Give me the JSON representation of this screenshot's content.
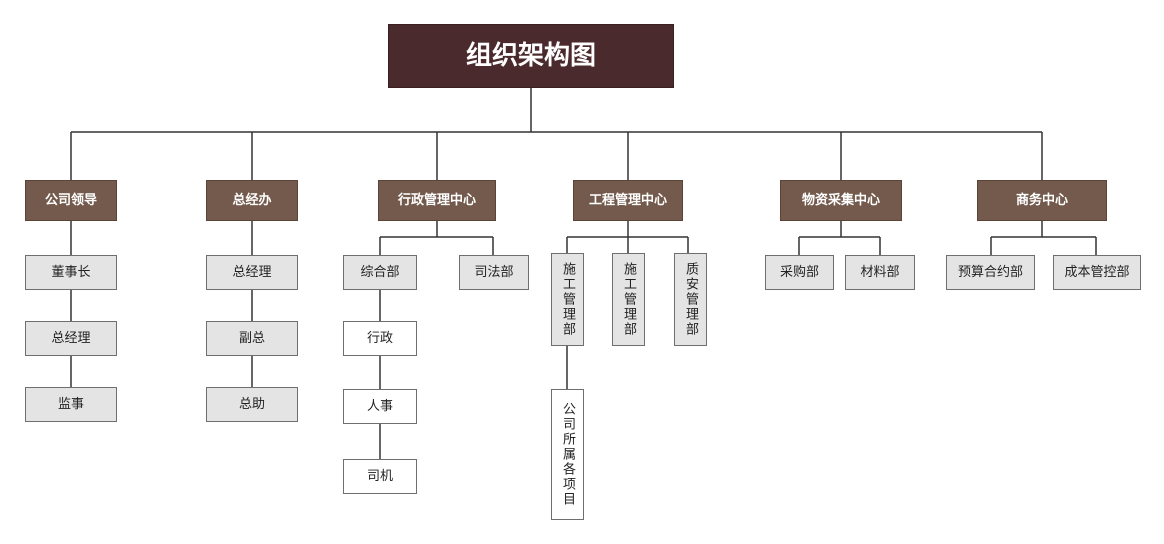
{
  "root": "组织架构图",
  "depts": [
    {
      "label": "公司领导",
      "children": [
        "董事长",
        "总经理",
        "监事"
      ]
    },
    {
      "label": "总经办",
      "children": [
        "总经理",
        "副总",
        "总助"
      ]
    },
    {
      "label": "行政管理中心",
      "children": [
        "综合部",
        "司法部"
      ],
      "综合部_children": [
        "行政",
        "人事",
        "司机"
      ]
    },
    {
      "label": "工程管理中心",
      "children": [
        "施工管理部",
        "施工管理部",
        "质安管理部"
      ],
      "施工管理部_children": [
        "公司所属各项目"
      ]
    },
    {
      "label": "物资采集中心",
      "children": [
        "采购部",
        "材料部"
      ]
    },
    {
      "label": "商务中心",
      "children": [
        "预算合约部",
        "成本管控部"
      ]
    }
  ]
}
